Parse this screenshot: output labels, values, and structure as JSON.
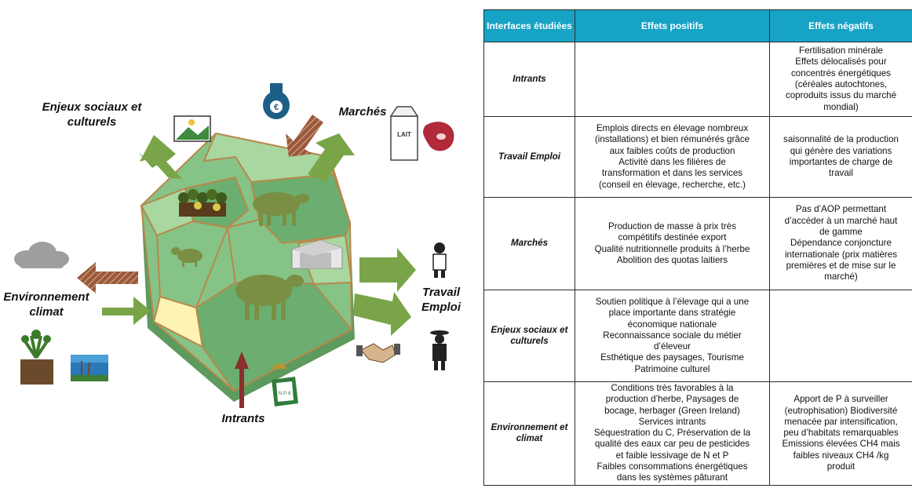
{
  "diagram": {
    "labels": {
      "enjeux": "Enjeux sociaux et culturels",
      "marches": "Marchés",
      "environnement": "Environnement climat",
      "travail": "Travail Emploi",
      "intrants": "Intrants"
    },
    "carton_text": "LAIT",
    "colors": {
      "field_light": "#a8d7a0",
      "field_mid": "#86c387",
      "field_dark": "#6bae6f",
      "arrow_green": "#79a448",
      "arrow_brown": "#9b5a3c",
      "arrow_red": "#8a2e2e",
      "field_border": "#b8884c"
    },
    "icons": [
      "money-bag-icon",
      "landscape-picture-icon",
      "milk-carton-icon",
      "meat-icon",
      "cloud-icon",
      "farmer-icon",
      "farmer-hat-icon",
      "handshake-icon",
      "plant-soil-icon",
      "wetland-icon",
      "fertilizer-heap-icon",
      "npk-bag-icon",
      "cow-icon",
      "sheep-icon",
      "trees-icon",
      "farm-building-icon"
    ]
  },
  "table": {
    "headers": [
      "Interfaces étudiées",
      "Effets positifs",
      "Effets négatifs"
    ],
    "rows": [
      {
        "interface": "Intrants",
        "positive": [],
        "negative": [
          "Fertilisation minérale",
          "Effets délocalisés pour",
          "concentrés énergétiques",
          "(céréales autochtones,",
          "coproduits issus du marché",
          "mondial)"
        ]
      },
      {
        "interface": "Travail Emploi",
        "positive": [
          "Emplois directs en élevage nombreux",
          "(installations) et bien rémunérés grâce",
          "aux faibles coûts de production",
          "Activité dans les filières de",
          "transformation et dans les services",
          "(conseil en élevage, recherche, etc.)"
        ],
        "negative": [
          "saisonnalité de la production",
          "qui génère des variations",
          "importantes de charge de",
          "travail"
        ]
      },
      {
        "interface": "Marchés",
        "positive": [
          "Production de masse à prix très",
          "compétitifs destinée export",
          "Qualité nutritionnelle produits à l’herbe",
          "Abolition des quotas laitiers"
        ],
        "negative": [
          "Pas d’AOP permettant",
          "d’accéder à un marché haut",
          "de gamme",
          "Dépendance conjoncture",
          "internationale (prix matières",
          "premières et de mise sur le",
          "marché)"
        ]
      },
      {
        "interface": "Enjeux sociaux et culturels",
        "positive": [
          "Soutien politique à l’élevage qui a une",
          "place importante dans stratégie",
          "économique nationale",
          "Reconnaissance sociale du métier",
          "d’éleveur",
          "Esthétique des paysages, Tourisme",
          "Patrimoine culturel"
        ],
        "negative": []
      },
      {
        "interface": "Environnement et climat",
        "positive": [
          "Conditions très favorables à la",
          "production d’herbe, Paysages de",
          "bocage, herbager (Green Ireland)",
          "Services intrants",
          "Séquestration du C, Préservation de la",
          "qualité des eaux car peu de pesticides",
          "et faible lessivage de N et P",
          "Faibles consommations énergétiques",
          "dans les systèmes pâturant"
        ],
        "negative": [
          "Apport de P à surveiller",
          "(eutrophisation) Biodiversité",
          "menacée par intensification,",
          "peu d’habitats remarquables",
          "Emissions élevées CH4 mais",
          "faibles niveaux CH4 /kg",
          "produit"
        ]
      }
    ]
  }
}
